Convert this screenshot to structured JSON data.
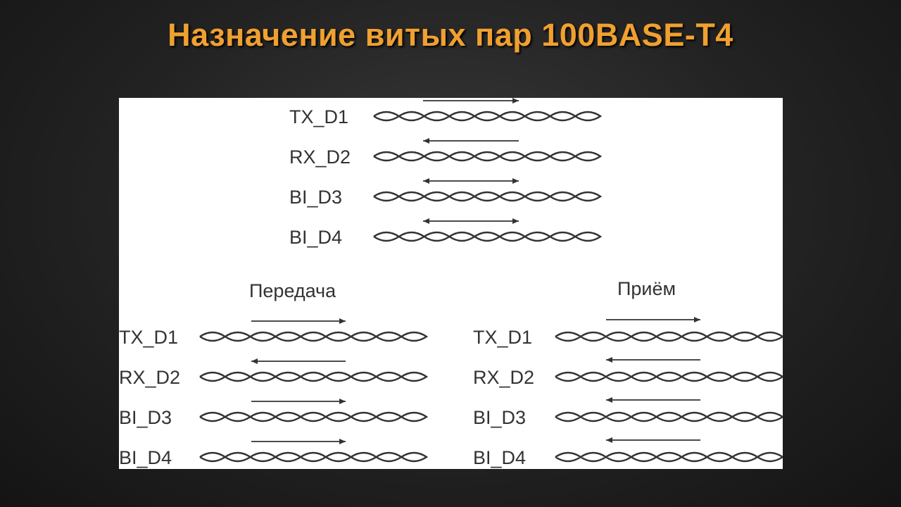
{
  "slide": {
    "title": "Назначение витых пар 100BASE-T4"
  },
  "diagram": {
    "top_group": {
      "pairs": [
        {
          "label": "TX_D1",
          "direction": "right"
        },
        {
          "label": "RX_D2",
          "direction": "left"
        },
        {
          "label": "BI_D3",
          "direction": "both"
        },
        {
          "label": "BI_D4",
          "direction": "both"
        }
      ]
    },
    "transmit_group": {
      "heading": "Передача",
      "pairs": [
        {
          "label": "TX_D1",
          "direction": "right"
        },
        {
          "label": "RX_D2",
          "direction": "left"
        },
        {
          "label": "BI_D3",
          "direction": "right"
        },
        {
          "label": "BI_D4",
          "direction": "right"
        }
      ]
    },
    "receive_group": {
      "heading": "Приём",
      "pairs": [
        {
          "label": "TX_D1",
          "direction": "right"
        },
        {
          "label": "RX_D2",
          "direction": "left"
        },
        {
          "label": "BI_D3",
          "direction": "left"
        },
        {
          "label": "BI_D4",
          "direction": "left"
        }
      ]
    }
  }
}
